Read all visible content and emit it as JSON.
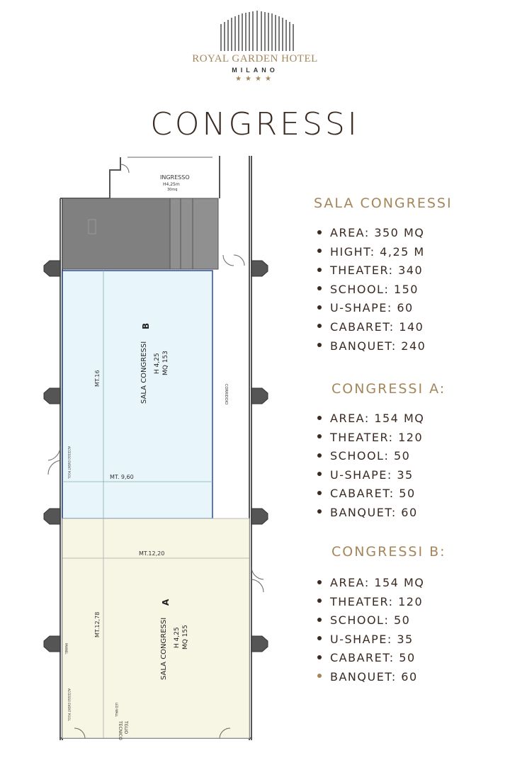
{
  "header": {
    "hotel_name": "ROYAL GARDEN HOTEL",
    "hotel_city": "MILANO",
    "stars": "★★★★",
    "page_title": "CONGRESSI"
  },
  "colors": {
    "gold": "#a5865a",
    "text": "#3a2a22",
    "room_b_fill": "#e8f6fb",
    "room_a_fill": "#f7f5e3",
    "entrance_fill": "#7f7f7f"
  },
  "plan": {
    "entrance": {
      "label": "INGRESSO",
      "height": "H4,25m",
      "area": "30mq"
    },
    "room_b": {
      "name": "SALA CONGRESSI",
      "letter": "B",
      "height": "H 4,25",
      "area": "MQ 153",
      "dim_length": "MT.16",
      "dim_width": "MT. 9,60"
    },
    "room_a": {
      "name": "SALA CONGRESSI",
      "letter": "A",
      "height": "H 4,25",
      "area": "MQ 155",
      "dim_length": "MT.12,78",
      "dim_width": "MT.12,20"
    },
    "labels": {
      "corridor": "CORRIDOIO",
      "pool_access_1": "ACCESSO EVENT POOL",
      "pool_access_2": "ACCESSO EVENT POOL",
      "tecnico": "TECNICO",
      "tecnico_2": "TGLIO",
      "led_wall": "LED WALL",
      "pannelli": "PANNEL"
    }
  },
  "sections": [
    {
      "title": "SALA CONGRESSI",
      "items": [
        "AREA: 350 MQ",
        "HIGHT: 4,25 M",
        "THEATER: 340",
        "SCHOOL: 150",
        "U-SHAPE: 60",
        "CABARET: 140",
        "BANQUET: 240"
      ]
    },
    {
      "title": "CONGRESSI A:",
      "items": [
        "AREA: 154 MQ",
        "THEATER: 120",
        "SCHOOL: 50",
        "U-SHAPE: 35",
        "CABARET: 50",
        "BANQUET: 60"
      ]
    },
    {
      "title": "CONGRESSI B:",
      "items": [
        "AREA: 154 MQ",
        "THEATER: 120",
        "SCHOOL: 50",
        "U-SHAPE: 35",
        "CABARET: 50",
        "BANQUET: 60"
      ]
    }
  ]
}
